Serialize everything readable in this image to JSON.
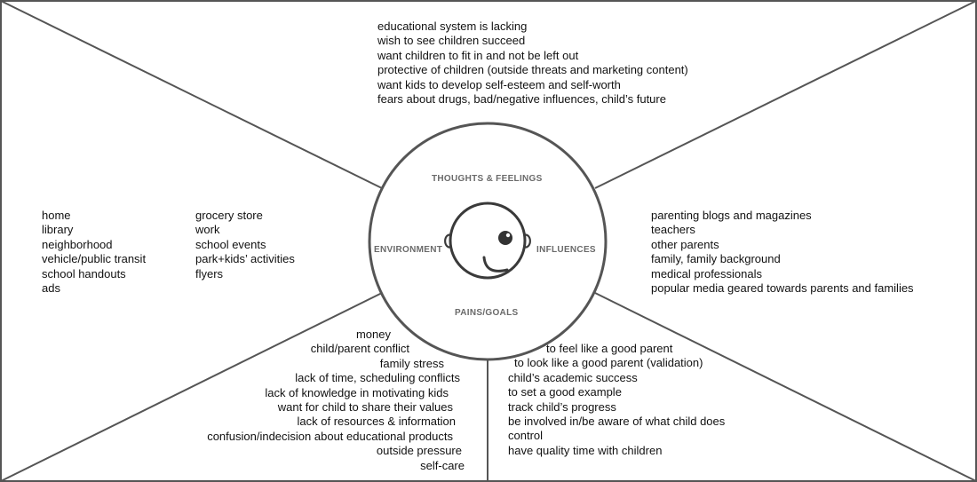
{
  "quadrants": {
    "top": "THOUGHTS & FEELINGS",
    "left": "ENVIRONMENT",
    "right": "INFLUENCES",
    "bottom": "PAINS/GOALS"
  },
  "thoughts_feelings": [
    "educational system is lacking",
    "wish to see children succeed",
    "want children to fit in and not be left out",
    "protective of children (outside threats and marketing content)",
    "want kids to develop self-esteem and self-worth",
    "fears about drugs, bad/negative influences, child’s future"
  ],
  "environment_col1": [
    "home",
    "library",
    "neighborhood",
    "vehicle/public transit",
    "school handouts",
    "ads"
  ],
  "environment_col2": [
    "grocery store",
    "work",
    "school events",
    "park+kids’ activities",
    "flyers"
  ],
  "influences": [
    "parenting blogs and magazines",
    "teachers",
    "other parents",
    "family, family background",
    "medical professionals",
    "popular media geared towards parents and families"
  ],
  "pains": [
    "money",
    "child/parent conflict",
    "family stress",
    "lack of time, scheduling conflicts",
    "lack of knowledge in motivating kids",
    "want for child to share their values",
    "lack of resources & information",
    "confusion/indecision about educational products",
    "outside pressure",
    "self-care"
  ],
  "goals": [
    "to feel like a good parent",
    "to look like a good parent (validation)",
    "child’s academic success",
    "to set a good example",
    "track child’s progress",
    "be involved in/be aware of what child does",
    "control",
    "have quality time with children"
  ]
}
